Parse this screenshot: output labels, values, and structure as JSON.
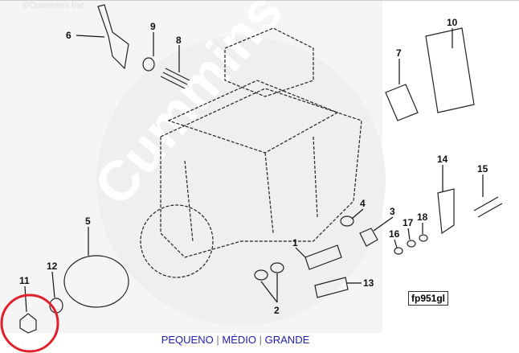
{
  "copyright": "©Cummins Inc",
  "watermark": "Cummins",
  "diagram_code": "fp951gl",
  "callouts": [
    "6",
    "9",
    "8",
    "10",
    "7",
    "14",
    "15",
    "4",
    "3",
    "5",
    "1",
    "16",
    "17",
    "18",
    "12",
    "11",
    "2",
    "13"
  ],
  "size_links": {
    "small": "PEQUENO",
    "medium": "MÉDIO",
    "large": "GRANDE",
    "separator": "|"
  },
  "colors": {
    "highlight": "#e0202a",
    "link": "#2020a8",
    "watermark": "#f4f4f4"
  }
}
